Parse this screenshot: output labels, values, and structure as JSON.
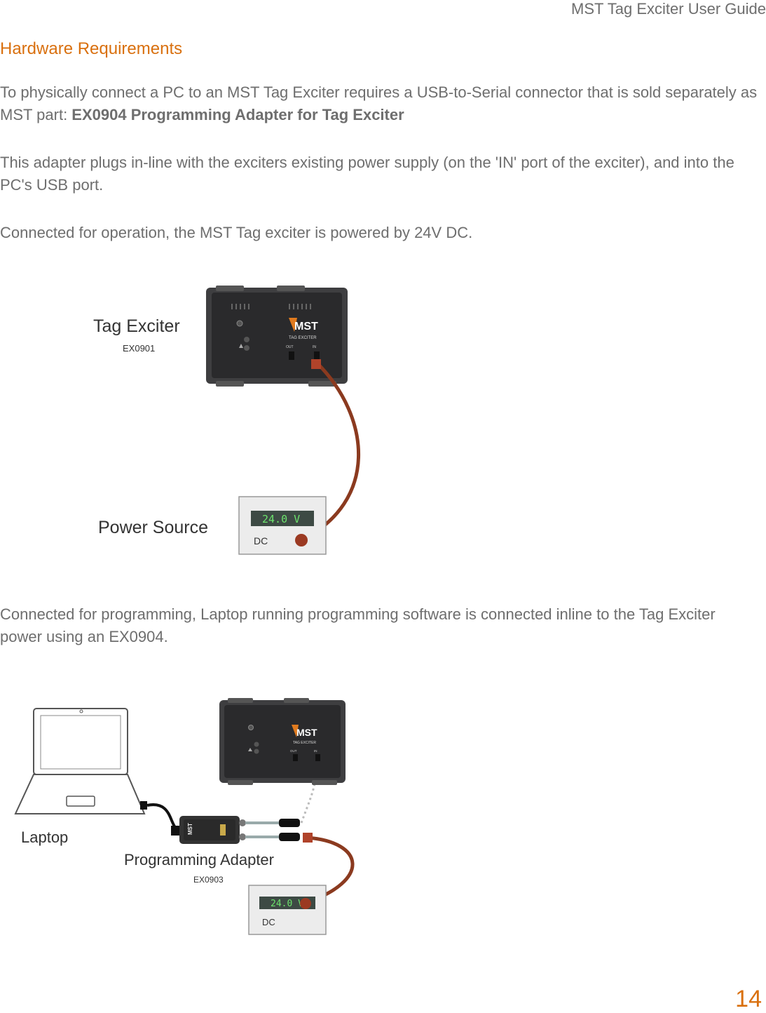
{
  "header": {
    "title": "MST Tag Exciter User Guide"
  },
  "section": {
    "heading": "Hardware Requirements"
  },
  "paragraphs": {
    "p1_text": "To physically connect a PC to an MST Tag Exciter requires a USB-to-Serial connector that is sold separately as MST part:  ",
    "p1_part": "EX0904 Programming Adapter for Tag Exciter",
    "p2": "This adapter plugs in-line with the exciters existing power supply (on the 'IN' port of the exciter), and into the PC's USB port.",
    "p3": "Connected for operation, the MST Tag exciter is powered by 24V DC.",
    "p4": "Connected for programming, Laptop running programming software is connected inline to the Tag Exciter power using an EX0904."
  },
  "diagram1": {
    "exciter_label": "Tag Exciter",
    "exciter_model": "EX0901",
    "power_label": "Power Source",
    "lcd": "24.0 V",
    "dc": "DC",
    "brand": "MST",
    "device_sub": "TAG EXCITER",
    "port_out": "OUT",
    "port_in": "IN"
  },
  "diagram2": {
    "laptop_label": "Laptop",
    "adapter_label": "Programming Adapter",
    "adapter_model": "EX0903",
    "lcd": "24.0 V",
    "dc": "DC",
    "brand": "MST",
    "device_sub": "TAG EXCITER",
    "port_out": "OUT",
    "port_in": "IN"
  },
  "footer": {
    "page_number": "14"
  }
}
